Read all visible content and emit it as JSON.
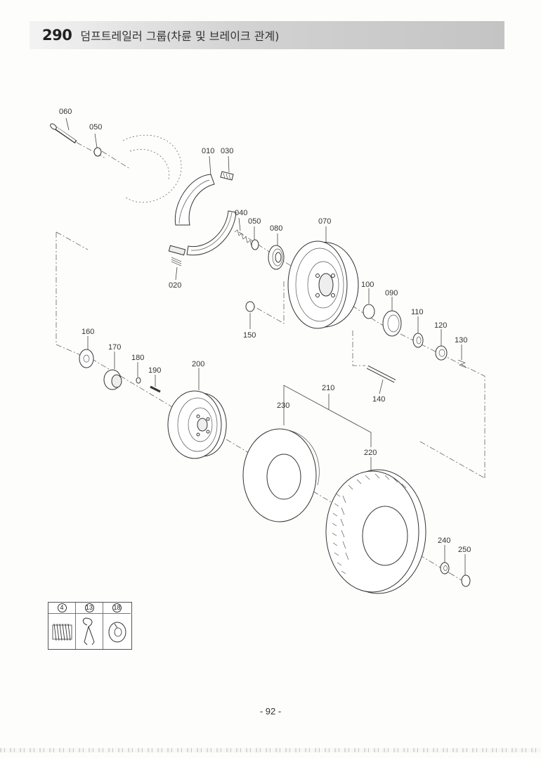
{
  "header": {
    "section_number": "290",
    "title": "덤프트레일러 그룹(차륜 및 브레이크 관계)"
  },
  "part_labels": {
    "p010": "010",
    "p020": "020",
    "p030": "030",
    "p040": "040",
    "p050a": "050",
    "p050b": "050",
    "p060": "060",
    "p070": "070",
    "p080": "080",
    "p090": "090",
    "p100": "100",
    "p110": "110",
    "p120": "120",
    "p130": "130",
    "p140": "140",
    "p150": "150",
    "p160": "160",
    "p170": "170",
    "p180": "180",
    "p190": "190",
    "p200": "200",
    "p210": "210",
    "p220": "220",
    "p230": "230",
    "p240": "240",
    "p250": "250"
  },
  "legend": {
    "items": [
      {
        "number": "4",
        "icon": "spring-icon"
      },
      {
        "number": "13",
        "icon": "cotter-pin-icon"
      },
      {
        "number": "18",
        "icon": "lock-washer-icon"
      }
    ]
  },
  "footer": {
    "page_number": "- 92 -"
  }
}
